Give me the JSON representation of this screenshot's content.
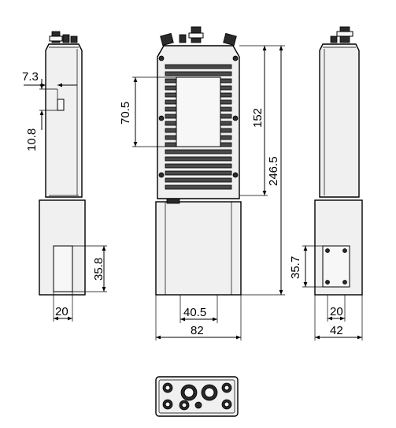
{
  "dimensions": {
    "left_top_offset": "7.3",
    "left_slot_height": "10.8",
    "left_window_height": "35.8",
    "left_bottom_width": "20",
    "front_window_height": "70.5",
    "front_upper_height": "152",
    "front_total_height": "246.5",
    "front_window_width": "40.5",
    "front_total_width": "82",
    "right_plate_height": "35.7",
    "right_bottom_width": "20",
    "right_total_width": "42"
  }
}
